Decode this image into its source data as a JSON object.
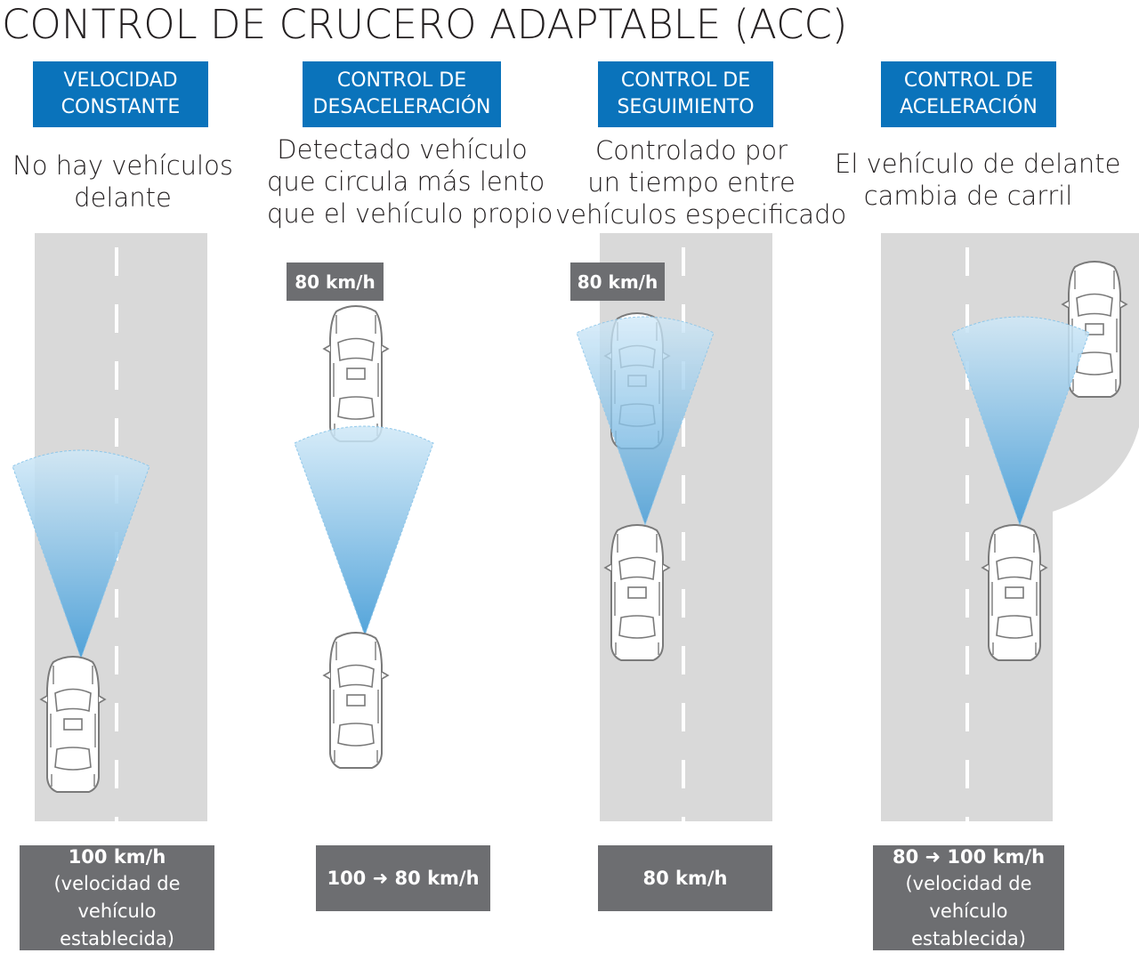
{
  "title": "CONTROL DE CRUCERO ADAPTABLE (ACC)",
  "colors": {
    "header_blue": "#0a73bb",
    "road_gray": "#d9d9d9",
    "panel_gray": "#6d6e71",
    "sensor_blue": "#5aaee0"
  },
  "panels": [
    {
      "header": [
        "VELOCIDAD",
        "CONSTANTE"
      ],
      "description": [
        "No hay vehículos",
        "delante"
      ],
      "speed_line1": "100 km/h",
      "speed_line2": "(velocidad de",
      "speed_line3": "vehículo establecida)"
    },
    {
      "header": [
        "CONTROL DE",
        "DESACELERACIÓN"
      ],
      "description": [
        "Detectado vehículo",
        "que circula más lento",
        "que el vehículo propio"
      ],
      "lead_speed": "80 km/h",
      "speed_from": "100",
      "speed_to": "80 km/h"
    },
    {
      "header": [
        "CONTROL DE",
        "SEGUIMIENTO"
      ],
      "description": [
        "Controlado por",
        "un tiempo entre",
        "vehículos especificado"
      ],
      "lead_speed": "80 km/h",
      "speed_line1": "80 km/h"
    },
    {
      "header": [
        "CONTROL DE",
        "ACELERACIÓN"
      ],
      "description": [
        "El vehículo de delante",
        "cambia de carril"
      ],
      "speed_from": "80",
      "speed_to": "100 km/h",
      "speed_line2": "(velocidad de",
      "speed_line3": "vehículo establecida)"
    }
  ]
}
